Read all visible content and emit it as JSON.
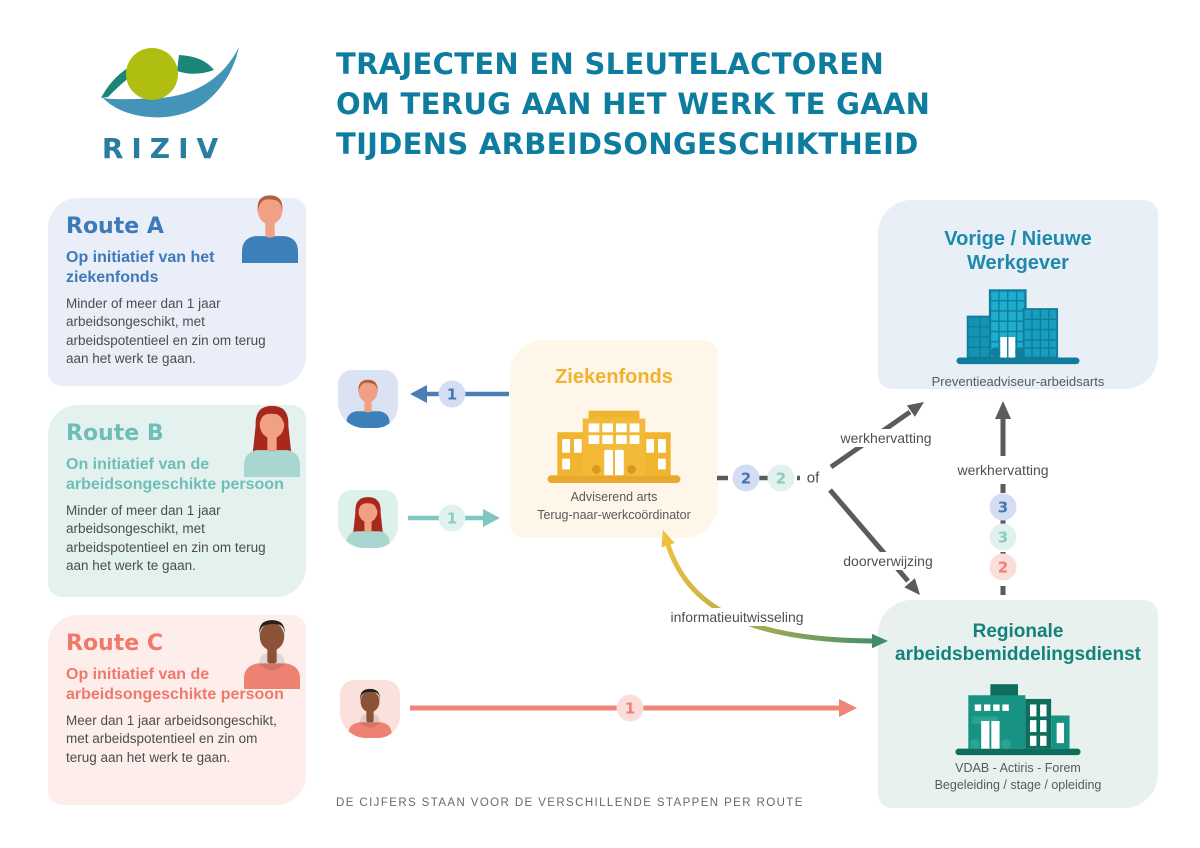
{
  "header": {
    "logo_text": "RIZIV",
    "title_lines": [
      "TRAJECTEN EN SLEUTELACTOREN",
      "OM TERUG AAN HET WERK TE GAAN",
      "TIJDENS ARBEIDSONGESCHIKTHEID"
    ]
  },
  "routes": [
    {
      "title": "Route A",
      "subtitle": "Op initiatief van het ziekenfonds",
      "body": "Minder of meer dan 1 jaar arbeidsongeschikt, met arbeidspotentieel en zin om terug aan het werk te gaan."
    },
    {
      "title": "Route B",
      "subtitle": "On initiatief van de arbeidsongeschikte persoon",
      "body": "Minder of meer dan 1 jaar arbeidsongeschikt, met arbeidspotentieel en zin om terug aan het werk te gaan."
    },
    {
      "title": "Route C",
      "subtitle": "Op initiatief van de arbeidsongeschikte persoon",
      "body": "Meer dan 1 jaar arbeidsongeschikt, met arbeidspotentieel en zin om terug aan het werk te gaan."
    }
  ],
  "nodes": {
    "ziekenfonds": {
      "title": "Ziekenfonds",
      "caption1": "Adviserend arts",
      "caption2": "Terug-naar-werkcoördinator"
    },
    "werkgever": {
      "title1": "Vorige / Nieuwe",
      "title2": "Werkgever",
      "caption": "Preventieadviseur-arbeidsarts"
    },
    "regionale": {
      "title1": "Regionale",
      "title2": "arbeidsbemiddelingsdienst",
      "caption1": "VDAB - Actiris - Forem",
      "caption2": "Begeleiding / stage / opleiding"
    }
  },
  "flow": {
    "step_a1": "1",
    "step_b1": "1",
    "step_c1": "1",
    "step_zf_blue": "2",
    "step_zf_teal": "2",
    "or_label": "of",
    "label_werkhervatting_diagonal": "werkhervatting",
    "label_doorverwijzing": "doorverwijzing",
    "label_werkhervatting_vertical": "werkhervatting",
    "vertical_steps": [
      "3",
      "3",
      "2"
    ],
    "label_informatieuitwisseling": "informatieuitwisseling"
  },
  "footnote": "DE CIJFERS STAAN VOOR DE VERSCHILLENDE STAPPEN PER ROUTE",
  "avatars": {
    "man_blue": {
      "skin": "#f0a183",
      "hair": "#b85c3f",
      "shirt": "#3d7fb8",
      "style": "short"
    },
    "woman_teal": {
      "skin": "#f0a183",
      "hair": "#a8281f",
      "shirt": "#a9d6d0",
      "style": "long-hair"
    },
    "man_coral": {
      "skin": "#8a5236",
      "hair": "#23211f",
      "shirt": "#ef8173",
      "style": "hoodie"
    }
  },
  "theme": {
    "title_teal": "#0d7c9e",
    "logo_blue": "#4493b8",
    "logo_green": "#1b8577",
    "logo_yellow_green": "#b0bd11",
    "route_a_blue": "#3e79b9",
    "route_a_bg": "#e9eef8",
    "route_b_teal": "#6fbdb6",
    "route_b_bg": "#e3f2ee",
    "route_c_coral": "#f0796c",
    "route_c_bg": "#fdeeeb",
    "ziekenfonds_yellow": "#f2b231",
    "ziekenfonds_bg": "#fdf6e9",
    "werkgever_blue": "#1f89ac",
    "werkgever_bg": "#e9eff6",
    "regionale_green": "#12837a",
    "regionale_bg": "#e8f1ee",
    "arrow_gray": "#5b5b5b",
    "arrow_blue": "#4a7fb6",
    "arrow_teal": "#7fc8c1",
    "arrow_coral": "#ef8478",
    "gradient_yellow": "#efbf3e",
    "gradient_green": "#3f8c6c",
    "body_text": "#4d4d4d"
  }
}
